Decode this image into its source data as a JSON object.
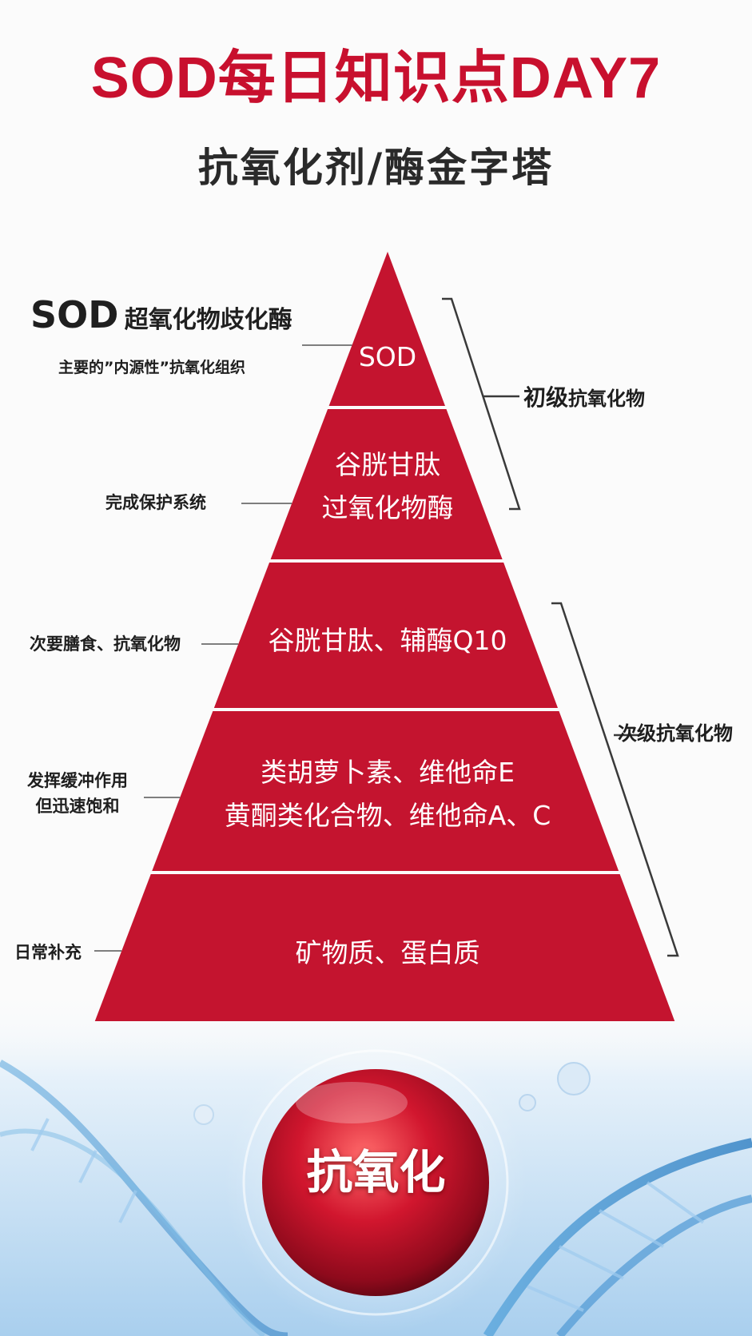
{
  "header": {
    "title": "SOD每日知识点DAY7",
    "subtitle": "抗氧化剂/酶金字塔"
  },
  "pyramid": {
    "tiers": [
      {
        "lines": [
          "SOD"
        ]
      },
      {
        "lines": [
          "谷胱甘肽",
          "过氧化物酶"
        ]
      },
      {
        "lines": [
          "谷胱甘肽、辅酶Q10"
        ]
      },
      {
        "lines": [
          "类胡萝卜素、维他命E",
          "黄酮类化合物、维他命A、C"
        ]
      },
      {
        "lines": [
          "矿物质、蛋白质"
        ]
      }
    ]
  },
  "left_labels": {
    "sod_abbr": "SOD",
    "sod_name": "超氧化物歧化酶",
    "sod_desc": "主要的”内源性”抗氧化组织",
    "tier2": "完成保护系统",
    "tier3": "次要膳食、抗氧化物",
    "tier4_line1": "发挥缓冲作用",
    "tier4_line2": "但迅速饱和",
    "tier5": "日常补充"
  },
  "right_groups": {
    "primary_prefix": "初级",
    "primary_suffix": "抗氧化物",
    "secondary_prefix": "次级",
    "secondary_suffix": "抗氧化物"
  },
  "footer": {
    "orb_label": "抗氧化"
  },
  "colors": {
    "title_red": "#c8102e",
    "pyramid_red": "#c4142f",
    "text_dark": "#1e1e1e"
  }
}
